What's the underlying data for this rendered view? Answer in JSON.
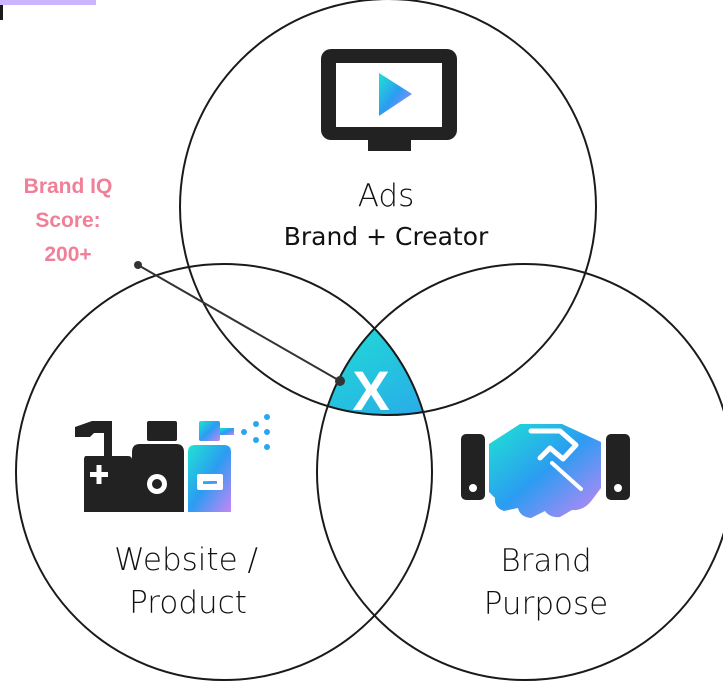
{
  "score": {
    "line1": "Brand IQ",
    "line2": "Score:",
    "line3": "200+",
    "color": "#f07f97"
  },
  "center_mark": "X",
  "circles": {
    "ads": {
      "title": "Ads",
      "subtitle": "Brand + Creator",
      "icon": "tv-play-icon"
    },
    "website": {
      "line1": "Website /",
      "line2": "Product",
      "icon": "product-bottles-icon"
    },
    "purpose": {
      "line1": "Brand",
      "line2": "Purpose",
      "icon": "handshake-icon"
    }
  },
  "colors": {
    "outline": "#1a1a1a",
    "icon_dark": "#222222",
    "gradient_start": "#1fe3d2",
    "gradient_mid": "#2b9cf2",
    "gradient_end": "#c786f5",
    "accent_pink": "#f07f97"
  }
}
